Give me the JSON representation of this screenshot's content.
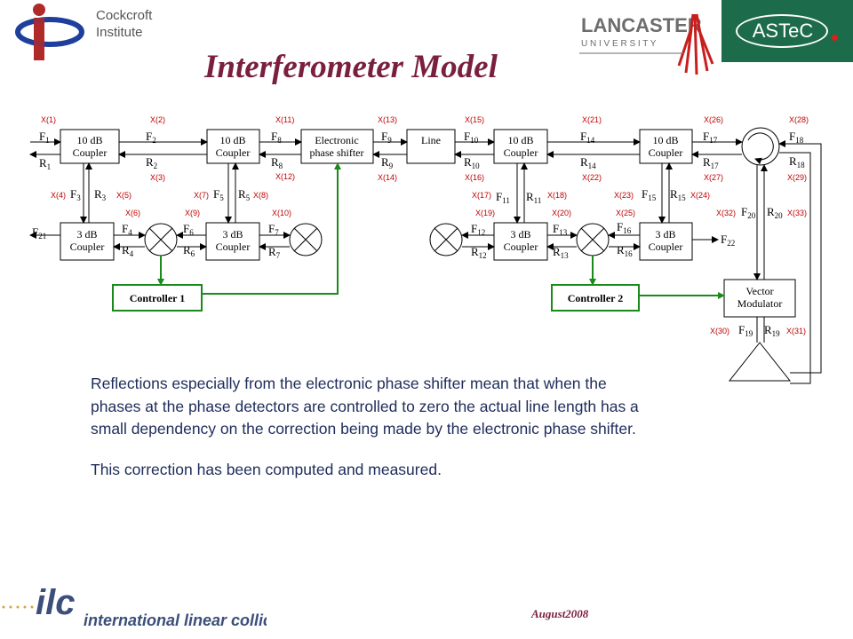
{
  "header": {
    "institute_lines": [
      "Cockcroft",
      "Institute"
    ],
    "lancaster_top": "LANCASTER",
    "lancaster_bottom": "U N I V E R S I T Y",
    "astec_text": "ASTeC",
    "title": "Interferometer Model"
  },
  "diagram": {
    "blocks": {
      "c10a": [
        "10 dB",
        "Coupler"
      ],
      "c10b": [
        "10 dB",
        "Coupler"
      ],
      "eps": [
        "Electronic",
        "phase shifter"
      ],
      "line": [
        "Line"
      ],
      "c10c": [
        "10 dB",
        "Coupler"
      ],
      "c10d": [
        "10 dB",
        "Coupler"
      ],
      "c3a": [
        "3 dB",
        "Coupler"
      ],
      "c3b": [
        "3 dB",
        "Coupler"
      ],
      "c3c": [
        "3 dB",
        "Coupler"
      ],
      "c3d": [
        "3 dB",
        "Coupler"
      ],
      "ctrl1": [
        "Controller 1"
      ],
      "ctrl2": [
        "Controller 2"
      ],
      "vm": [
        "Vector",
        "Modulator"
      ]
    },
    "x_labels": {
      "x1": "X(1)",
      "x2": "X(2)",
      "x11": "X(11)",
      "x13": "X(13)",
      "x15": "X(15)",
      "x21": "X(21)",
      "x26": "X(26)",
      "x28": "X(28)",
      "x3": "X(3)",
      "x12": "X(12)",
      "x14": "X(14)",
      "x16": "X(16)",
      "x22": "X(22)",
      "x27": "X(27)",
      "x29": "X(29)",
      "x4": "X(4)",
      "x5": "X(5)",
      "x7": "X(7)",
      "x8": "X(8)",
      "x17": "X(17)",
      "x18": "X(18)",
      "x23": "X(23)",
      "x24": "X(24)",
      "x6": "X(6)",
      "x9": "X(9)",
      "x10": "X(10)",
      "x19": "X(19)",
      "x20": "X(20)",
      "x25": "X(25)",
      "x32": "X(32)",
      "x33": "X(33)",
      "x30": "X(30)",
      "x31": "X(31)"
    },
    "signals": {
      "F1": [
        "F",
        "1"
      ],
      "R1": [
        "R",
        "1"
      ],
      "F2": [
        "F",
        "2"
      ],
      "R2": [
        "R",
        "2"
      ],
      "F3": [
        "F",
        "3"
      ],
      "R3": [
        "R",
        "3"
      ],
      "F4": [
        "F",
        "4"
      ],
      "R4": [
        "R",
        "4"
      ],
      "F5": [
        "F",
        "5"
      ],
      "R5": [
        "R",
        "5"
      ],
      "F6": [
        "F",
        "6"
      ],
      "R6": [
        "R",
        "6"
      ],
      "F7": [
        "F",
        "7"
      ],
      "R7": [
        "R",
        "7"
      ],
      "F8": [
        "F",
        "8"
      ],
      "R8": [
        "R",
        "8"
      ],
      "F9": [
        "F",
        "9"
      ],
      "R9": [
        "R",
        "9"
      ],
      "F10": [
        "F",
        "10"
      ],
      "R10": [
        "R",
        "10"
      ],
      "F11": [
        "F",
        "11"
      ],
      "R11": [
        "R",
        "11"
      ],
      "F12": [
        "F",
        "12"
      ],
      "R12": [
        "R",
        "12"
      ],
      "F13": [
        "F",
        "13"
      ],
      "R13": [
        "R",
        "13"
      ],
      "F14": [
        "F",
        "14"
      ],
      "R14": [
        "R",
        "14"
      ],
      "F15": [
        "F",
        "15"
      ],
      "R15": [
        "R",
        "15"
      ],
      "F16": [
        "F",
        "16"
      ],
      "R16": [
        "R",
        "16"
      ],
      "F17": [
        "F",
        "17"
      ],
      "R17": [
        "R",
        "17"
      ],
      "F18": [
        "F",
        "18"
      ],
      "R18": [
        "R",
        "18"
      ],
      "F19": [
        "F",
        "19"
      ],
      "R19": [
        "R",
        "19"
      ],
      "F20": [
        "F",
        "20"
      ],
      "R20": [
        "R",
        "20"
      ],
      "F21": [
        "F",
        "21"
      ],
      "F22": [
        "F",
        "22"
      ]
    },
    "colors": {
      "x_label": "#c00000",
      "control_line": "#1a8a1a",
      "box": "#000000"
    }
  },
  "body": {
    "paragraph1": "Reflections especially from the electronic phase shifter mean that when the phases at the phase detectors are controlled to zero the actual line length has a small dependency on the correction being made by the electronic phase shifter.",
    "paragraph2": "This correction has been computed and measured."
  },
  "footer": {
    "ilc_short": "ilc",
    "ilc_long": "international linear collider",
    "date": "August2008"
  }
}
